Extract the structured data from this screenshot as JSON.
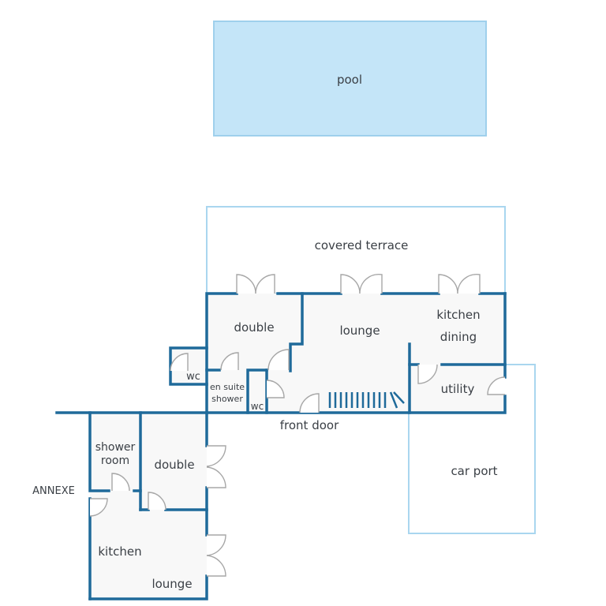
{
  "colors": {
    "wall": "#1f6a9a",
    "outline_light": "#a9d6ef",
    "pool_fill": "#c4e5f8",
    "floor": "#f8f8f8",
    "door": "#a7a7a7",
    "text": "#3a3f45"
  },
  "labels": {
    "pool": "pool",
    "covered_terrace": "covered terrace",
    "double_main": "double",
    "lounge_main": "lounge",
    "kitchen": "kitchen",
    "dining": "dining",
    "wc_outer": "wc",
    "en_suite_line1": "en suite",
    "en_suite_line2": "shower",
    "wc_inner": "wc",
    "utility": "utility",
    "front_door": "front door",
    "car_port": "car port",
    "annexe": "ANNEXE",
    "shower_line1": "shower",
    "shower_line2": "room",
    "double_annexe": "double",
    "kitchen_annexe": "kitchen",
    "lounge_annexe": "lounge"
  },
  "icons": [
    "door-swing-icon",
    "stairs-icon"
  ]
}
